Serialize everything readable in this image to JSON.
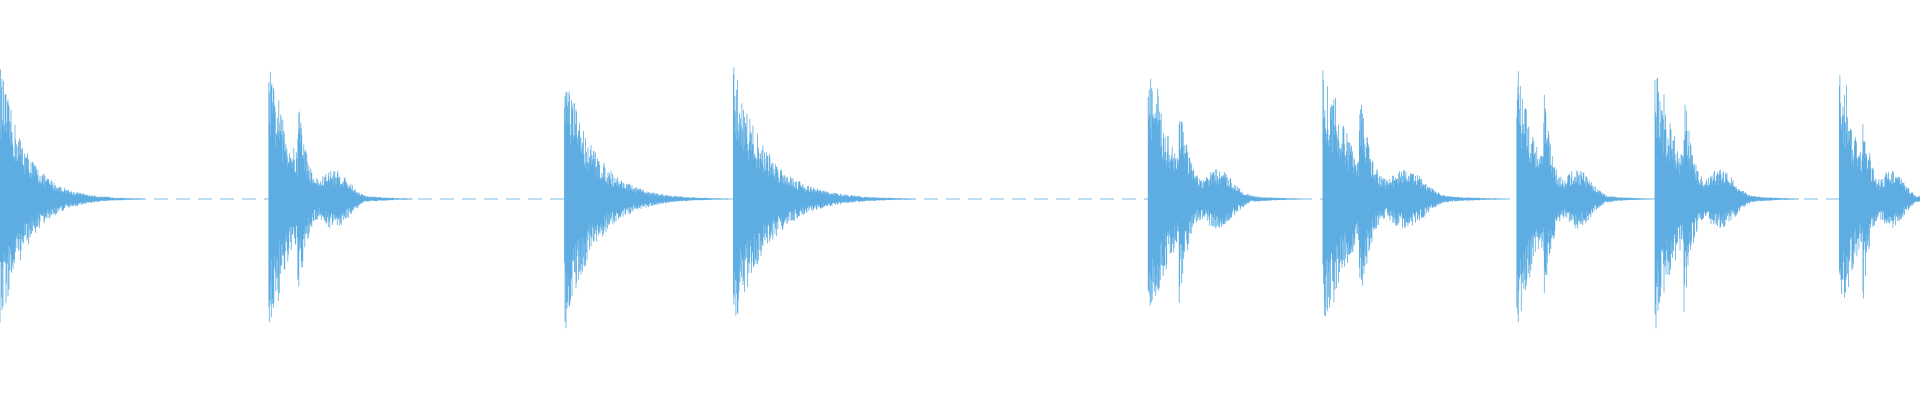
{
  "chart_data": {
    "type": "area",
    "title": "",
    "xlabel": "",
    "ylabel": "",
    "grid": false,
    "legend": "none",
    "color": "#5dade2",
    "ylim": [
      -1,
      1
    ],
    "xlim": [
      0,
      1
    ],
    "baseline": "dashed",
    "events": [
      {
        "onset": 0.0,
        "peak": 0.34,
        "decay": 0.075,
        "hits": 1
      },
      {
        "onset": 0.14,
        "peak": 0.34,
        "decay": 0.075,
        "hits": 3
      },
      {
        "onset": 0.294,
        "peak": 0.34,
        "decay": 0.085,
        "hits": 1
      },
      {
        "onset": 0.382,
        "peak": 0.34,
        "decay": 0.095,
        "hits": 1
      },
      {
        "onset": 0.598,
        "peak": 0.34,
        "decay": 0.08,
        "hits": 3
      },
      {
        "onset": 0.689,
        "peak": 0.34,
        "decay": 0.095,
        "hits": 3
      },
      {
        "onset": 0.79,
        "peak": 0.34,
        "decay": 0.07,
        "hits": 3
      },
      {
        "onset": 0.862,
        "peak": 0.34,
        "decay": 0.075,
        "hits": 3
      },
      {
        "onset": 0.958,
        "peak": 0.34,
        "decay": 0.06,
        "hits": 3
      }
    ]
  }
}
